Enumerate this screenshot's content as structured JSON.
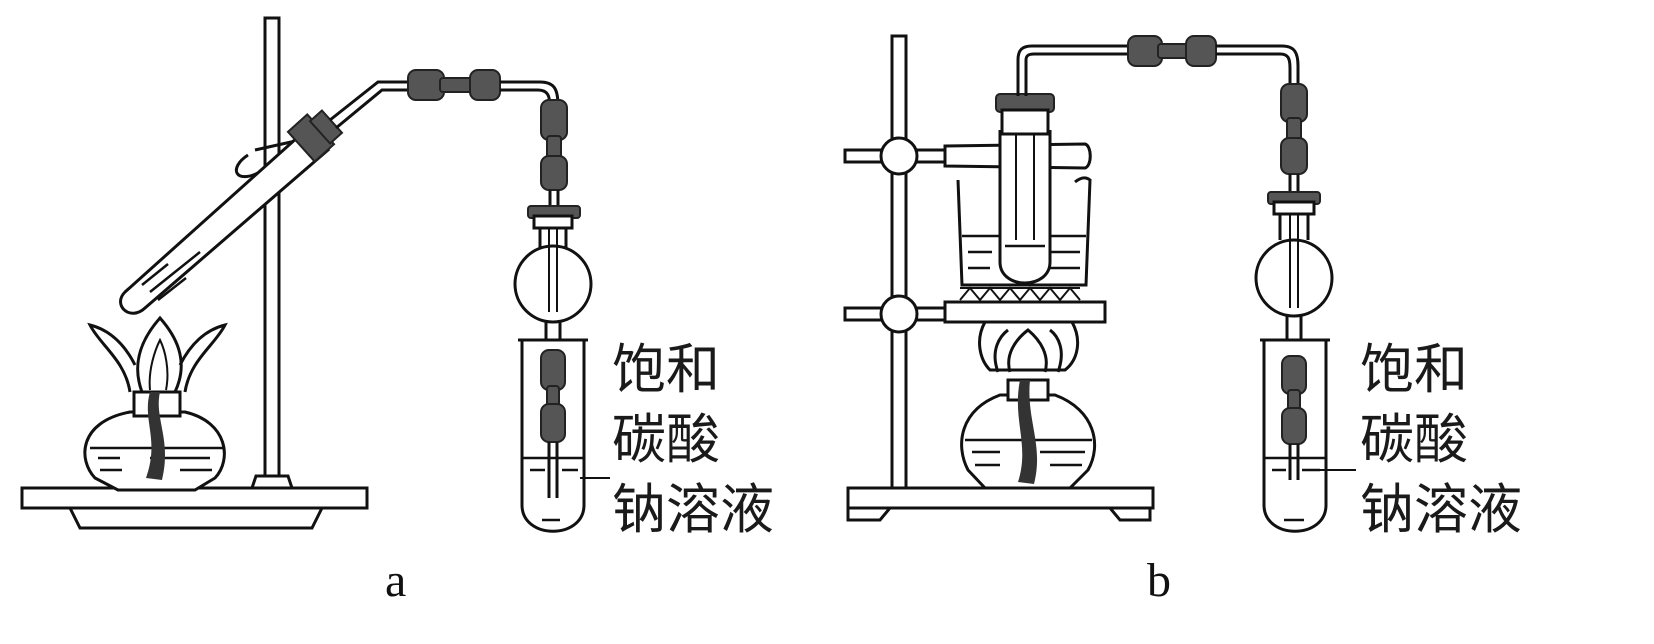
{
  "apparatus_a": {
    "caption": "a",
    "reagent_label_lines": [
      "饱和",
      "碳酸",
      "钠溶液"
    ]
  },
  "apparatus_b": {
    "caption": "b",
    "reagent_label_lines": [
      "饱和",
      "碳酸",
      "钠溶液"
    ]
  },
  "colors": {
    "line": "#111111",
    "rubber": "#555555",
    "background": "#ffffff"
  }
}
